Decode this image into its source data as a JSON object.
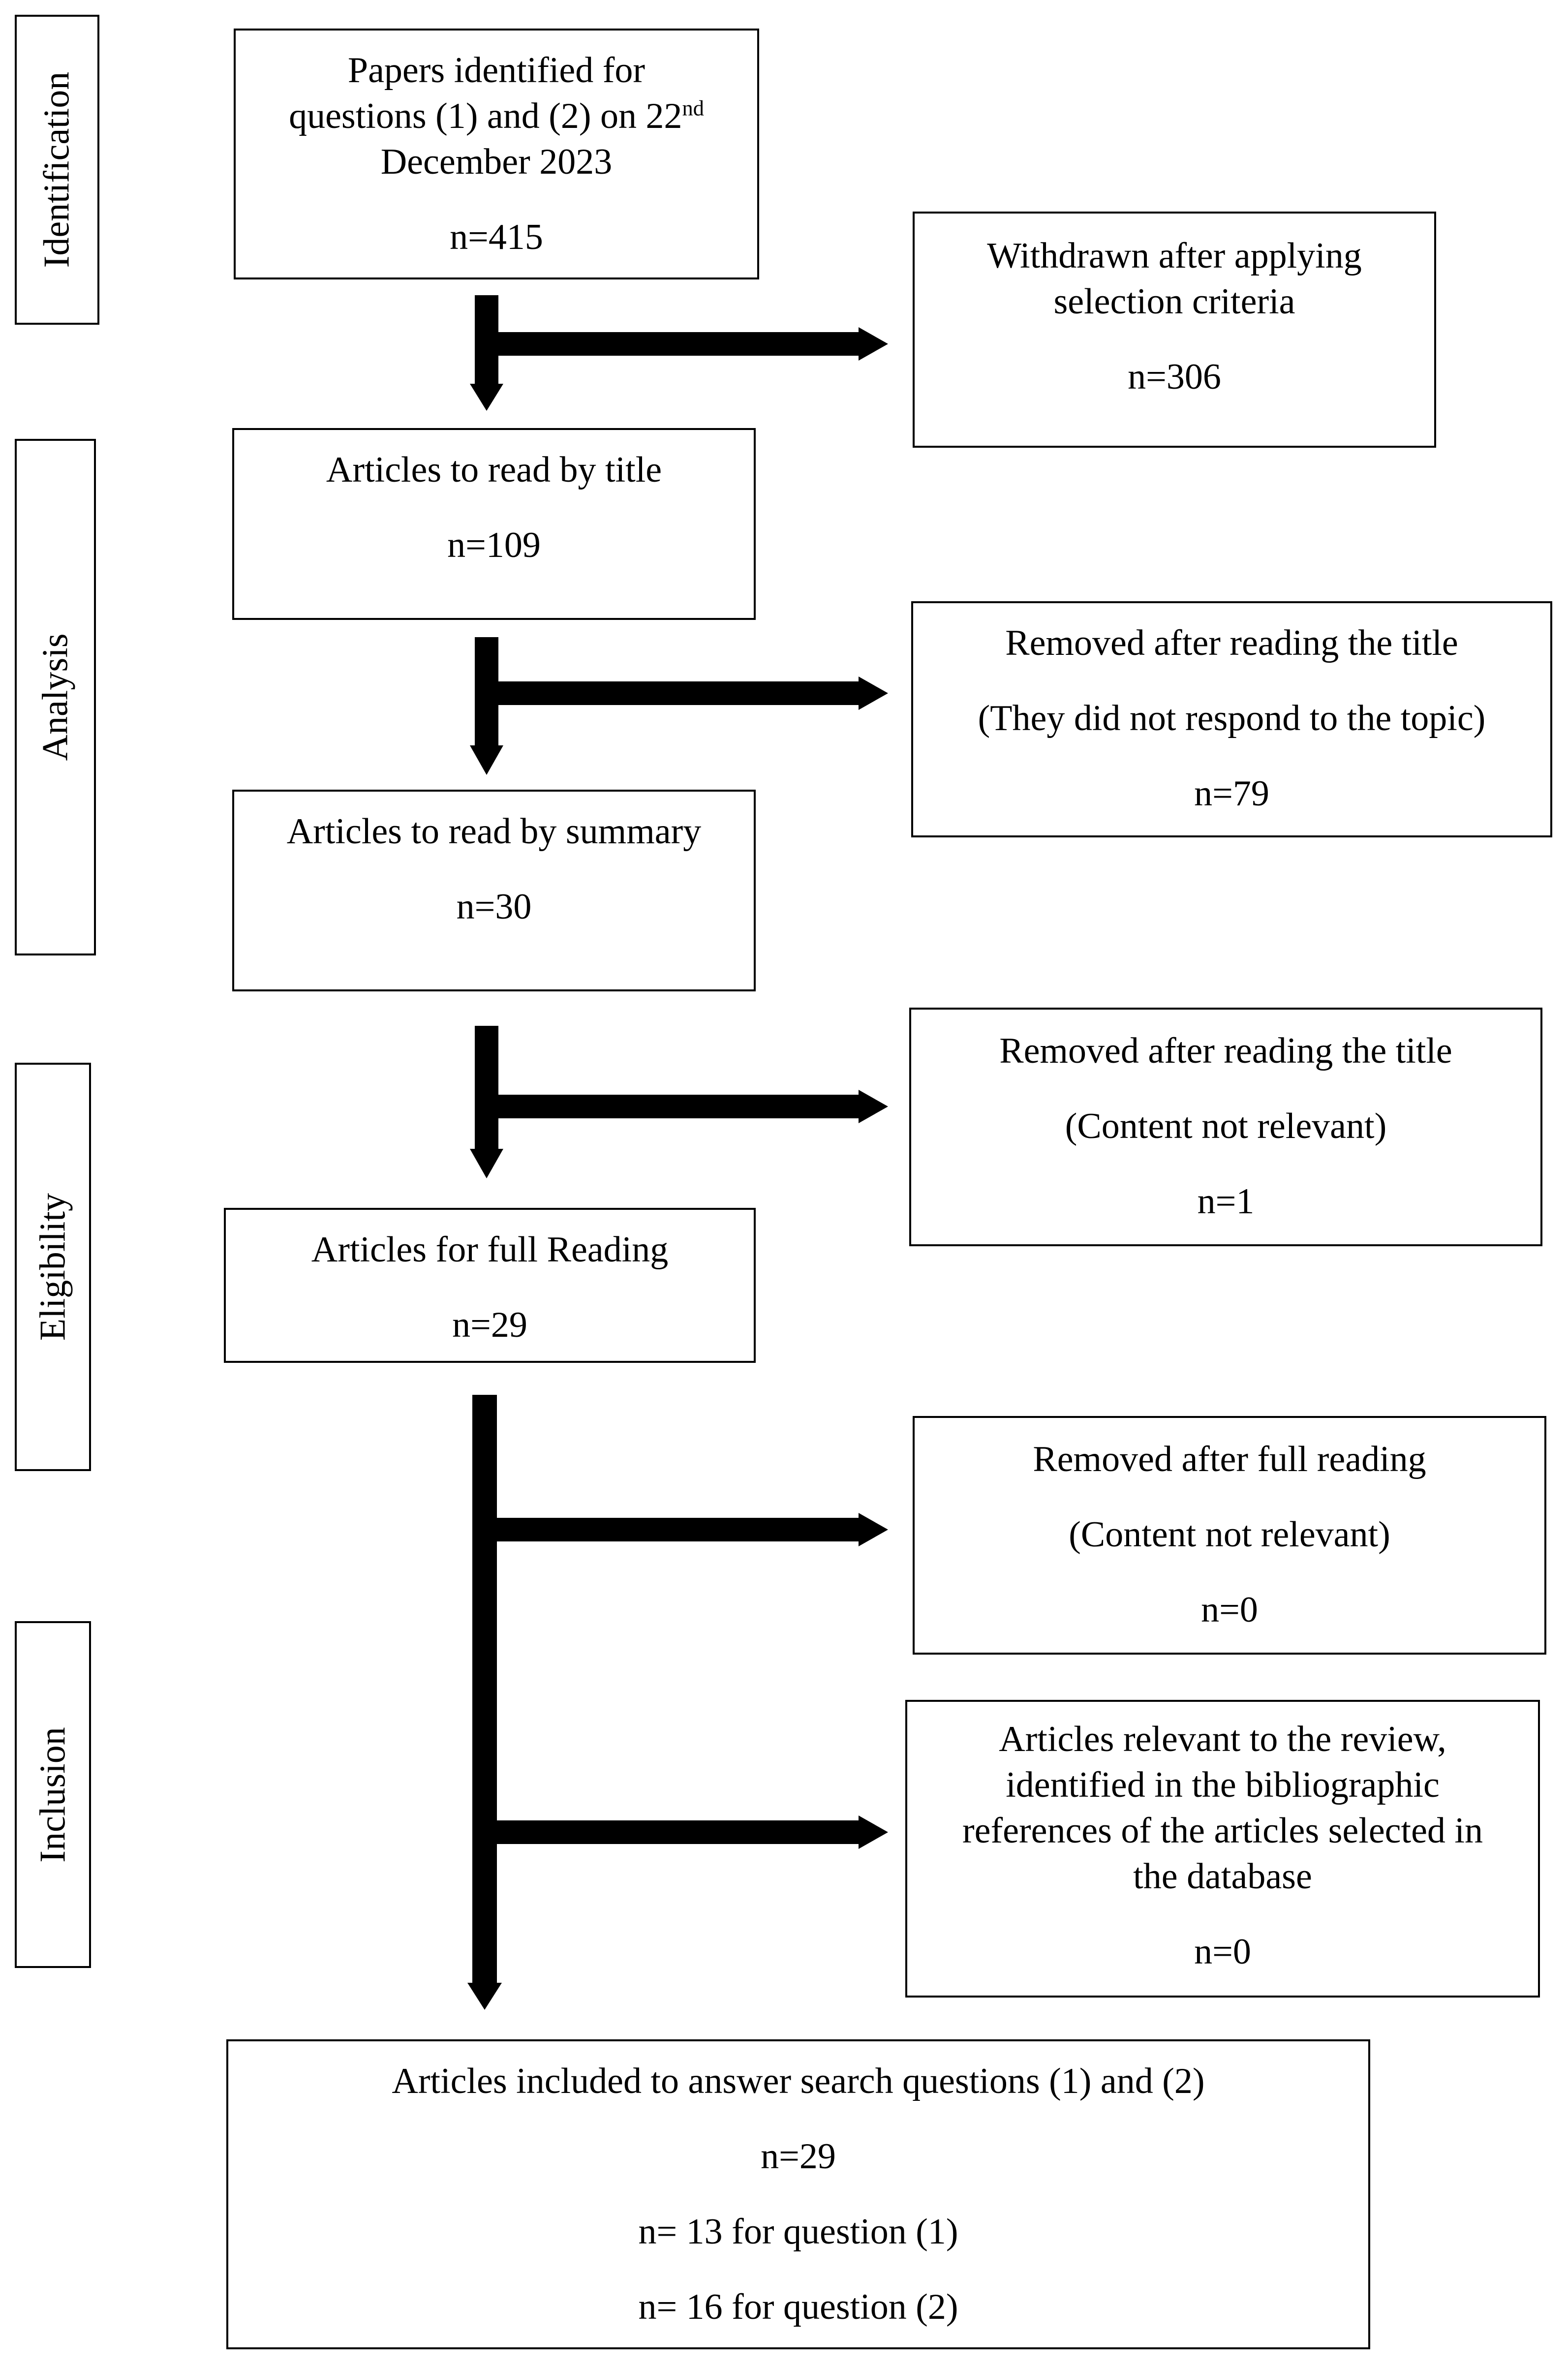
{
  "stages": {
    "identification": "Identification",
    "analysis": "Analysis",
    "eligibility": "Eligibility",
    "inclusion": "Inclusion"
  },
  "main": {
    "identified": {
      "line1": "Papers identified for",
      "line2": "questions (1) and (2) on 22",
      "line2_sup": "nd",
      "line3": "December 2023",
      "count": "n=415"
    },
    "by_title": {
      "label": "Articles to read by title",
      "count": "n=109"
    },
    "by_summary": {
      "label": "Articles to read by summary",
      "count": "n=30"
    },
    "full_reading": {
      "label": "Articles for full Reading",
      "count": "n=29"
    },
    "included": {
      "label": "Articles included to answer search questions (1) and (2)",
      "count": "n=29",
      "q1": "n= 13 for question (1)",
      "q2": "n= 16 for question (2)"
    }
  },
  "side": {
    "withdrawn": {
      "line1": "Withdrawn after applying",
      "line2": "selection criteria",
      "count": "n=306"
    },
    "removed_title": {
      "line1": "Removed after reading the title",
      "line2": "(They did not respond to the topic)",
      "count": "n=79"
    },
    "removed_summary": {
      "line1": "Removed after reading the title",
      "line2": "(Content not relevant)",
      "count": "n=1"
    },
    "removed_full": {
      "line1": "Removed after full reading",
      "line2": "(Content not relevant)",
      "count": "n=0"
    },
    "relevant_refs": {
      "line1": "Articles relevant to the review,",
      "line2": "identified in the bibliographic",
      "line3": "references of the articles selected in",
      "line4": "the database",
      "count": "n=0"
    }
  }
}
